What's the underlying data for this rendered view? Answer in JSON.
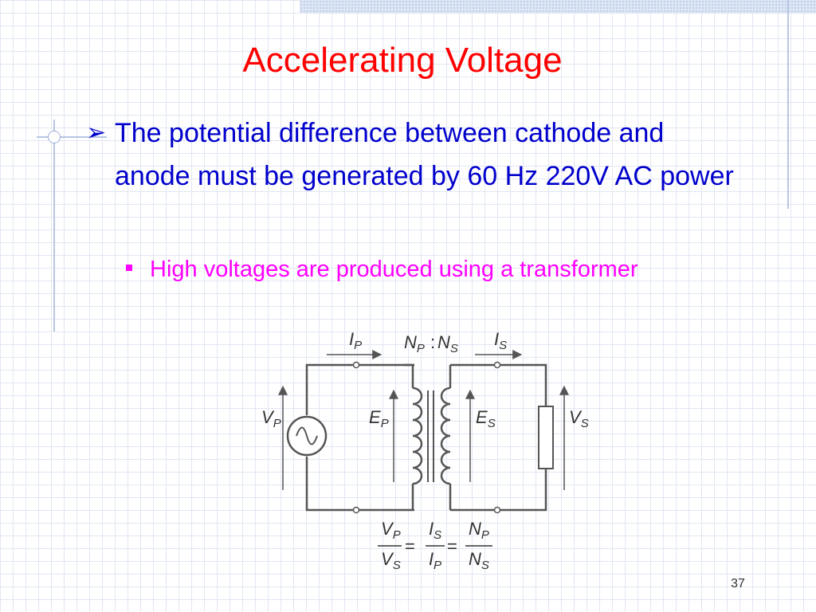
{
  "slide": {
    "title": "Accelerating Voltage",
    "bullet_main": "The potential difference between cathode and anode must be generated by 60 Hz 220V AC power",
    "bullet_sub": "High voltages are produced using a transformer",
    "page_number": "37"
  },
  "diagram": {
    "labels": {
      "ip_main": "I",
      "ip_sub": "P",
      "ratio_np": "N",
      "ratio_np_sub": "P",
      "ratio_colon": ":",
      "ratio_ns": "N",
      "ratio_ns_sub": "S",
      "is_main": "I",
      "is_sub": "S",
      "vp_main": "V",
      "vp_sub": "P",
      "ep_main": "E",
      "ep_sub": "P",
      "es_main": "E",
      "es_sub": "S",
      "vs_main": "V",
      "vs_sub": "S"
    },
    "equation": {
      "f1_num": "V",
      "f1_num_sub": "P",
      "f1_den": "V",
      "f1_den_sub": "S",
      "eq1": "=",
      "f2_num": "I",
      "f2_num_sub": "S",
      "f2_den": "I",
      "f2_den_sub": "P",
      "eq2": "=",
      "f3_num": "N",
      "f3_num_sub": "P",
      "f3_den": "N",
      "f3_den_sub": "S"
    }
  },
  "colors": {
    "title": "#ff0000",
    "bullet_main": "#0000cc",
    "bullet_sub": "#ff00ff",
    "diagram_stroke": "#555555"
  }
}
